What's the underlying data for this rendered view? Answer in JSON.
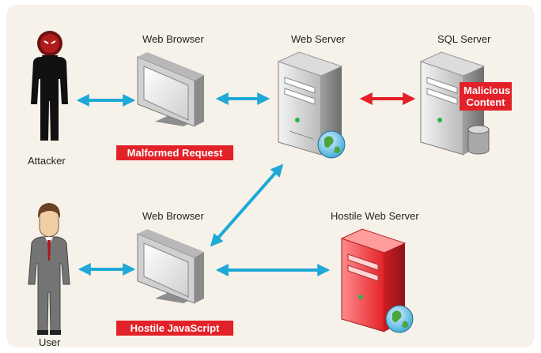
{
  "labels": {
    "attacker": "Attacker",
    "web_browser_top": "Web Browser",
    "web_server": "Web Server",
    "sql_server": "SQL Server",
    "user": "User",
    "web_browser_bottom": "Web Browser",
    "hostile_web_server": "Hostile Web Server"
  },
  "badges": {
    "malformed_request": "Malformed Request",
    "malicious_content_line1": "Malicious",
    "malicious_content_line2": "Content",
    "hostile_javascript": "Hostile JavaScript"
  },
  "colors": {
    "background": "#f6f2ea",
    "blue_arrow": "#1fa9d6",
    "red_arrow": "#e32128",
    "badge": "#e32128"
  }
}
